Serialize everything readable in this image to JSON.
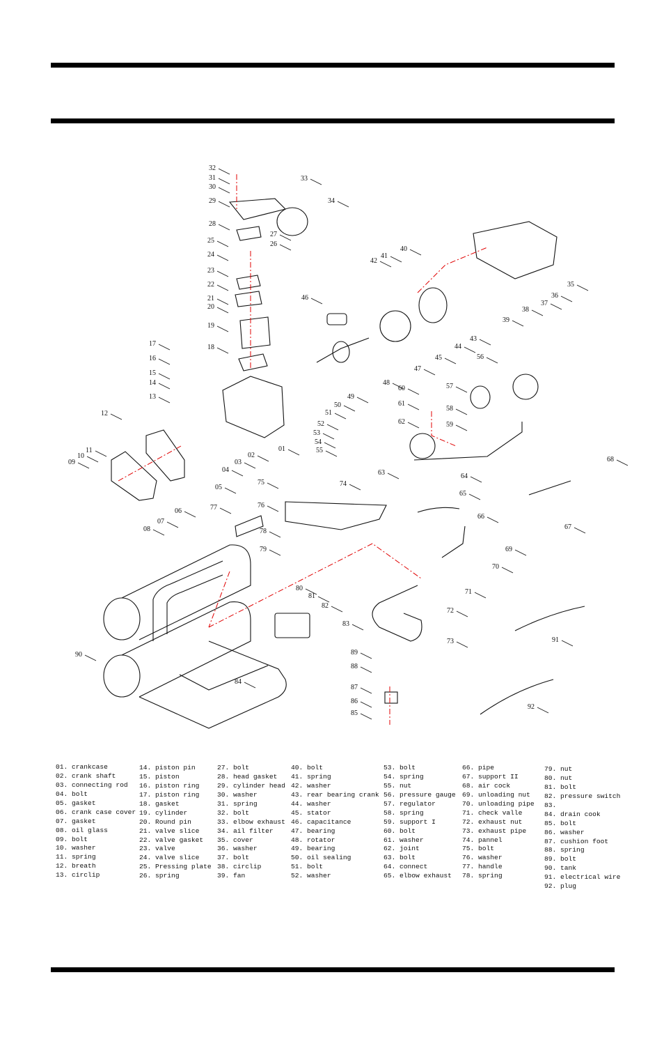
{
  "diagram": {
    "callouts": [
      "32",
      "31",
      "30",
      "29",
      "33",
      "34",
      "28",
      "27",
      "26",
      "25",
      "24",
      "23",
      "22",
      "21",
      "20",
      "19",
      "18",
      "17",
      "16",
      "15",
      "14",
      "13",
      "12",
      "11",
      "10",
      "09",
      "40",
      "41",
      "42",
      "35",
      "36",
      "37",
      "38",
      "39",
      "46",
      "43",
      "44",
      "45",
      "47",
      "48",
      "49",
      "50",
      "51",
      "52",
      "53",
      "54",
      "55",
      "56",
      "57",
      "58",
      "59",
      "60",
      "61",
      "62",
      "01",
      "02",
      "03",
      "04",
      "05",
      "06",
      "07",
      "08",
      "63",
      "64",
      "65",
      "66",
      "67",
      "68",
      "75",
      "74",
      "76",
      "77",
      "78",
      "79",
      "69",
      "70",
      "71",
      "80",
      "81",
      "82",
      "72",
      "83",
      "73",
      "90",
      "91",
      "89",
      "88",
      "84",
      "87",
      "86",
      "85",
      "92"
    ],
    "accent_color": "#e00000"
  },
  "parts_list": {
    "columns": [
      [
        "01. crankcase",
        "02. crank shaft",
        "03. connecting rod",
        "04. bolt",
        "05. gasket",
        "06. crank case cover",
        "07. gasket",
        "08. oil glass",
        "09. bolt",
        "10. washer",
        "11. spring",
        "12. breath",
        "13. circlip"
      ],
      [
        "14. piston pin",
        "15. piston",
        "16. piston ring",
        "17. piston ring",
        "18. gasket",
        "19. cylinder",
        "20. Round pin",
        "21. valve slice",
        "22. valve gasket",
        "23. valve",
        "24. valve slice",
        "25. Pressing plate",
        "26. spring"
      ],
      [
        "27. bolt",
        "28. head gasket",
        "29. cylinder head",
        "30. washer",
        "31. spring",
        "32. bolt",
        "33. elbow exhaust",
        "34. ail filter",
        "35. cover",
        "36. washer",
        "37. bolt",
        "38. circlip",
        "39. fan"
      ],
      [
        "40. bolt",
        "41. spring",
        "42. washer",
        "43. rear bearing crank",
        "44. washer",
        "45. stator",
        "46. capacitance",
        "47. bearing",
        "48. rotator",
        "49. bearing",
        "50. oil sealing",
        "51. bolt",
        "52. washer"
      ],
      [
        "53. bolt",
        "54. spring",
        "55. nut",
        "56. pressure gauge",
        "57. regulator",
        "58. spring",
        "59. support I",
        "60. bolt",
        "61. washer",
        "62. joint",
        "63. bolt",
        "64. connect",
        "65. elbow exhaust"
      ],
      [
        "66. pipe",
        "67. support II",
        "68. air cock",
        "69. unloading nut",
        "70. unloading pipe",
        "71. check valle",
        "72. exhaust nut",
        "73. exhaust pipe",
        "74. pannel",
        "75. bolt",
        "76. washer",
        "77. handle",
        "78. spring"
      ],
      [
        "79. nut",
        "80. nut",
        "81. bolt",
        "82. pressure switch",
        "83.",
        "84. drain cook",
        "85. bolt",
        "86. washer",
        "87. cushion foot",
        "88. spring",
        "89. bolt",
        "90. tank",
        "91. electrical wire",
        "92. plug"
      ]
    ]
  }
}
